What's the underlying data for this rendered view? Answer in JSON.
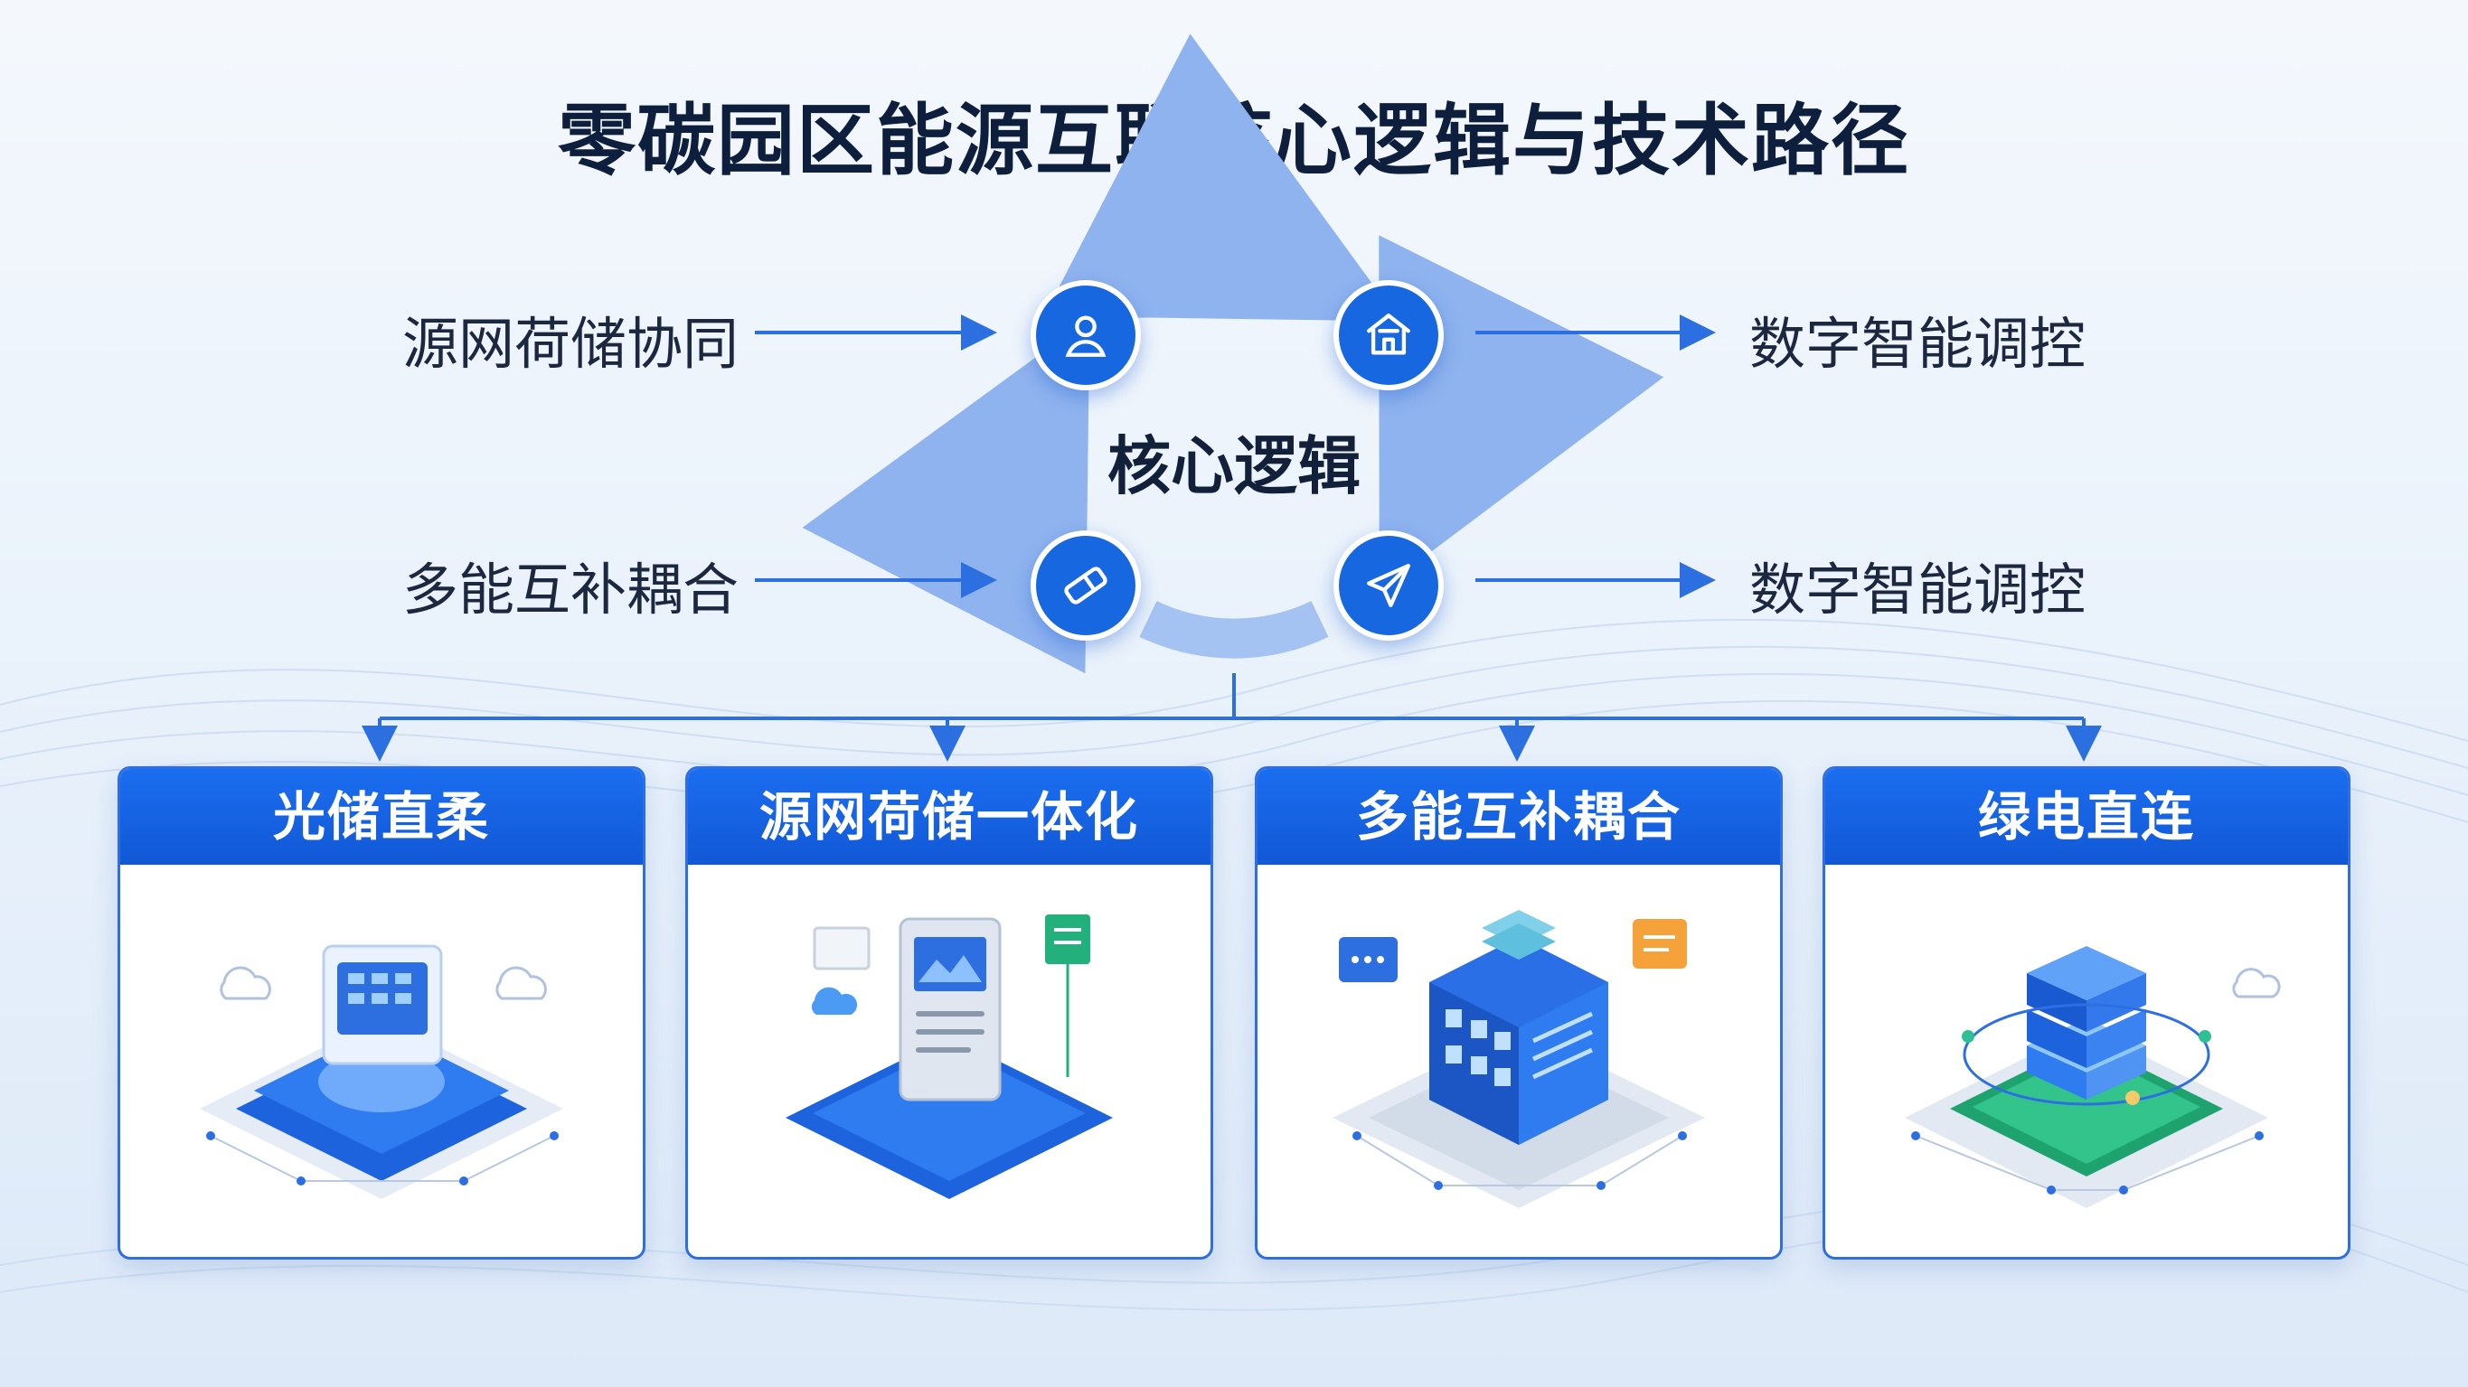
{
  "title": "零碳园区能源互联核心逻辑与技术路径",
  "core": {
    "label": "核心逻辑",
    "nodes": [
      {
        "icon": "user-icon"
      },
      {
        "icon": "store-icon"
      },
      {
        "icon": "ticket-icon"
      },
      {
        "icon": "send-icon"
      }
    ]
  },
  "left_labels": [
    "源网荷储协同",
    "多能互补耦合"
  ],
  "right_labels": [
    "数字智能调控",
    "数字智能调控"
  ],
  "cards": [
    {
      "title": "光储直柔"
    },
    {
      "title": "源网荷储一体化"
    },
    {
      "title": "多能互补耦合"
    },
    {
      "title": "绿电直连"
    }
  ],
  "colors": {
    "primary": "#1667e0",
    "arrow": "#2b6fe0",
    "ring": "#9cbdf0",
    "title": "#0d1f3c"
  }
}
